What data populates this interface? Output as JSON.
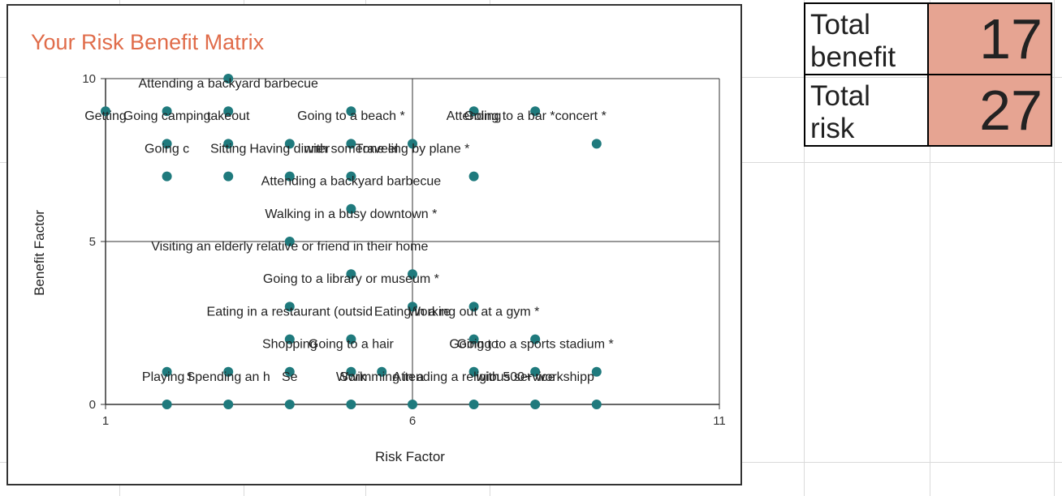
{
  "colors": {
    "title": "#e06c4a",
    "marker": "#1f7a7d",
    "summary_fill": "#e6a492"
  },
  "summary": {
    "benefit_label": "Total benefit",
    "benefit_value": "17",
    "risk_label": "Total risk",
    "risk_value": "27"
  },
  "chart_data": {
    "type": "scatter",
    "title": "Your Risk Benefit Matrix",
    "xlabel": "Risk Factor",
    "ylabel": "Benefit Factor",
    "xlim": [
      1,
      11
    ],
    "ylim": [
      0,
      10
    ],
    "xticks": [
      "1",
      "6",
      "11"
    ],
    "yticks": [
      "0",
      "5",
      "10"
    ],
    "grid": true,
    "center_lines": {
      "x": 6,
      "y": 5
    },
    "points": [
      {
        "x": 3,
        "y": 10,
        "label": "Attending a backyard barbecue"
      },
      {
        "x": 1,
        "y": 9,
        "label": "Getting"
      },
      {
        "x": 2,
        "y": 9,
        "label": "Going camping"
      },
      {
        "x": 3,
        "y": 9,
        "label": "takeout"
      },
      {
        "x": 5,
        "y": 9,
        "label": "Going to a beach *"
      },
      {
        "x": 7,
        "y": 9,
        "label": "Attending"
      },
      {
        "x": 8,
        "y": 9,
        "label": "Going to a bar *concert *"
      },
      {
        "x": 2,
        "y": 8,
        "label": "Going c"
      },
      {
        "x": 3,
        "y": 8,
        "label": "Sitting"
      },
      {
        "x": 4,
        "y": 8,
        "label": "Having dinner"
      },
      {
        "x": 5,
        "y": 8,
        "label": "with someone el"
      },
      {
        "x": 6,
        "y": 8,
        "label": "Traveling by plane *"
      },
      {
        "x": 9,
        "y": 8,
        "label": ""
      },
      {
        "x": 2,
        "y": 7,
        "label": ""
      },
      {
        "x": 3,
        "y": 7,
        "label": ""
      },
      {
        "x": 4,
        "y": 7,
        "label": ""
      },
      {
        "x": 5,
        "y": 7,
        "label": "Attending a backyard barbecue"
      },
      {
        "x": 7,
        "y": 7,
        "label": ""
      },
      {
        "x": 5,
        "y": 6,
        "label": "Walking in a busy downtown *"
      },
      {
        "x": 4,
        "y": 5,
        "label": "Visiting an elderly relative or friend in their home"
      },
      {
        "x": 6,
        "y": 4,
        "label": ""
      },
      {
        "x": 5,
        "y": 4,
        "label": "Going to a library or museum *"
      },
      {
        "x": 4,
        "y": 3,
        "label": "Eating in a restaurant (outsid"
      },
      {
        "x": 6,
        "y": 3,
        "label": "Eating in a re"
      },
      {
        "x": 7,
        "y": 3,
        "label": "Working out at a gym *"
      },
      {
        "x": 4,
        "y": 2,
        "label": "Shopping"
      },
      {
        "x": 5,
        "y": 2,
        "label": "Going to a hair"
      },
      {
        "x": 7,
        "y": 2,
        "label": "Going to"
      },
      {
        "x": 8,
        "y": 2,
        "label": "Going to a sports stadium *"
      },
      {
        "x": 2,
        "y": 1,
        "label": "Playing t"
      },
      {
        "x": 3,
        "y": 1,
        "label": "Spending an h"
      },
      {
        "x": 4,
        "y": 1,
        "label": "Se"
      },
      {
        "x": 5,
        "y": 1,
        "label": "Work"
      },
      {
        "x": 5.5,
        "y": 1,
        "label": "Swimming in a"
      },
      {
        "x": 7,
        "y": 1,
        "label": "Attending a religious service"
      },
      {
        "x": 8,
        "y": 1,
        "label": "with 500+ workshipp"
      },
      {
        "x": 9,
        "y": 1,
        "label": ""
      },
      {
        "x": 2,
        "y": 0,
        "label": ""
      },
      {
        "x": 3,
        "y": 0,
        "label": ""
      },
      {
        "x": 4,
        "y": 0,
        "label": ""
      },
      {
        "x": 5,
        "y": 0,
        "label": ""
      },
      {
        "x": 6,
        "y": 0,
        "label": ""
      },
      {
        "x": 7,
        "y": 0,
        "label": ""
      },
      {
        "x": 8,
        "y": 0,
        "label": ""
      },
      {
        "x": 9,
        "y": 0,
        "label": ""
      }
    ]
  }
}
